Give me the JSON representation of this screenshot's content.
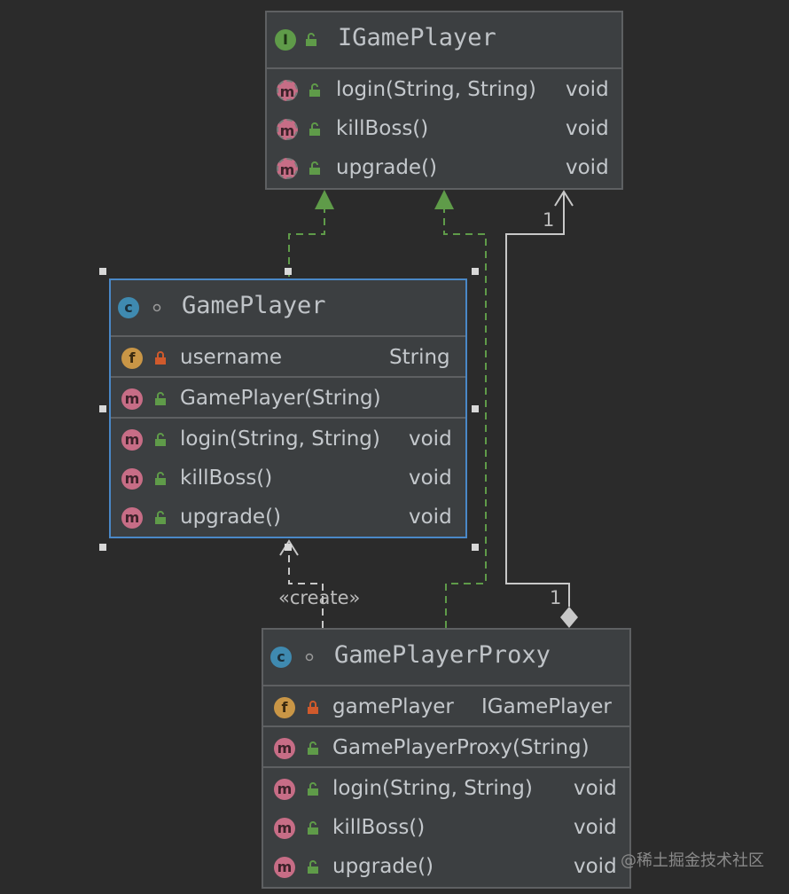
{
  "igameplayer": {
    "title": "IGamePlayer",
    "methods": [
      {
        "name": "login(String, String)",
        "type": "void"
      },
      {
        "name": "killBoss()",
        "type": "void"
      },
      {
        "name": "upgrade()",
        "type": "void"
      }
    ]
  },
  "gameplayer": {
    "title": "GamePlayer",
    "field": {
      "name": "username",
      "type": "String"
    },
    "constructor": "GamePlayer(String)",
    "methods": [
      {
        "name": "login(String, String)",
        "type": "void"
      },
      {
        "name": "killBoss()",
        "type": "void"
      },
      {
        "name": "upgrade()",
        "type": "void"
      }
    ]
  },
  "proxy": {
    "title": "GamePlayerProxy",
    "field": {
      "name": "gamePlayer",
      "type": "IGamePlayer"
    },
    "constructor": "GamePlayerProxy(String)",
    "methods": [
      {
        "name": "login(String, String)",
        "type": "void"
      },
      {
        "name": "killBoss()",
        "type": "void"
      },
      {
        "name": "upgrade()",
        "type": "void"
      }
    ]
  },
  "icons": {
    "interface": "I",
    "class": "c",
    "method": "m",
    "field": "f"
  },
  "relations": {
    "create_label": "«create»",
    "multiplicity_top": "1",
    "multiplicity_bottom": "1"
  },
  "watermark": "@稀土掘金技术社区",
  "colors": {
    "background": "#2b2b2b",
    "box": "#3c3f41",
    "border": "#5e6062",
    "selected_border": "#4a88c7",
    "realization": "#5f9b49",
    "lines": "#c8c8c8"
  }
}
